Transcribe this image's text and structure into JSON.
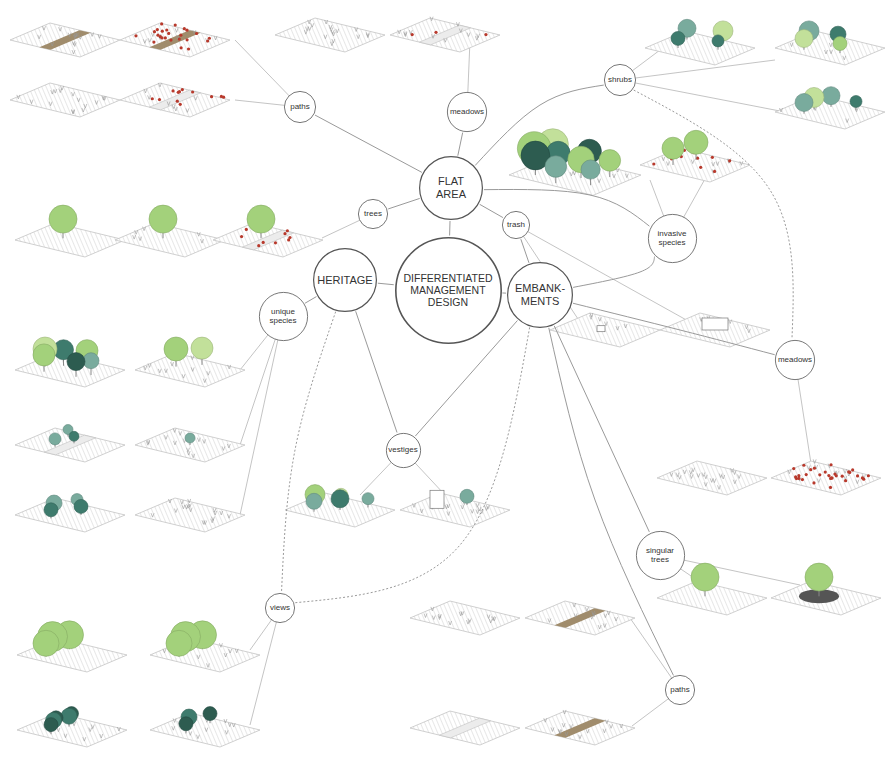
{
  "diagram": {
    "nodes": [
      {
        "text": [
          "DIFFERENTIATED MANAGEMENT DESIGN"
        ]
      },
      {
        "text": [
          "FLAT AREA"
        ]
      },
      {
        "text": [
          "HERITAGE"
        ]
      },
      {
        "text": [
          "EMBANK- MENTS"
        ]
      },
      {
        "text": [
          "paths"
        ]
      },
      {
        "text": [
          "meadows"
        ]
      },
      {
        "text": [
          "shrubs"
        ]
      },
      {
        "text": [
          "trees"
        ]
      },
      {
        "text": [
          "trash"
        ]
      },
      {
        "text": [
          "invasive species"
        ]
      },
      {
        "text": [
          "unique species"
        ]
      },
      {
        "text": [
          "meadows"
        ]
      },
      {
        "text": [
          "vestiges"
        ]
      },
      {
        "text": [
          "singular trees"
        ]
      },
      {
        "text": [
          "views"
        ]
      },
      {
        "text": [
          "paths"
        ]
      }
    ],
    "edges": [
      {
        "from": 0,
        "to": 1,
        "arrow": "none"
      },
      {
        "from": 0,
        "to": 2,
        "arrow": "none"
      },
      {
        "from": 0,
        "to": 3,
        "arrow": "none"
      },
      {
        "from": 1,
        "to": 4,
        "arrow": "none"
      },
      {
        "from": 1,
        "to": 5,
        "arrow": "none"
      },
      {
        "from": 1,
        "to": 6,
        "arrow": "none"
      },
      {
        "from": 1,
        "to": 7,
        "arrow": "none"
      },
      {
        "from": 1,
        "to": 8,
        "arrow": "none"
      },
      {
        "from": 1,
        "to": 9,
        "arrow": "none"
      },
      {
        "from": 3,
        "to": 8,
        "arrow": "none"
      },
      {
        "from": 3,
        "to": 9,
        "arrow": "none"
      },
      {
        "from": 3,
        "to": 11,
        "arrow": "none"
      },
      {
        "from": 6,
        "to": 11,
        "arrow": "none"
      },
      {
        "from": 3,
        "to": 12,
        "arrow": "none"
      },
      {
        "from": 3,
        "to": 13,
        "arrow": "none"
      },
      {
        "from": 3,
        "to": 15,
        "arrow": "none"
      },
      {
        "from": 3,
        "to": 14,
        "arrow": "none"
      },
      {
        "from": 2,
        "to": 10,
        "arrow": "none"
      },
      {
        "from": 2,
        "to": 12,
        "arrow": "none"
      },
      {
        "from": 2,
        "to": 14,
        "arrow": "none"
      }
    ]
  }
}
